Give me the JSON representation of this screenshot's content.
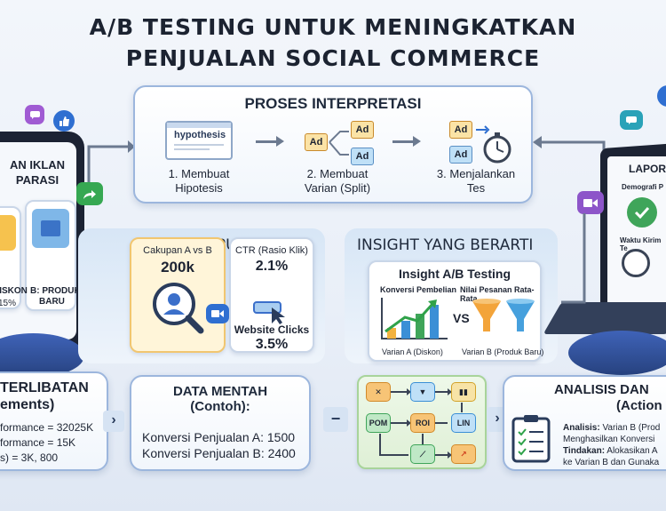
{
  "title": {
    "line1": "A/B TESTING UNTUK MENINGKATKAN",
    "line2": "PENJUALAN SOCIAL COMMERCE"
  },
  "process": {
    "heading": "PROSES INTERPRETASI",
    "hypothesis_label": "hypothesis",
    "ad_label": "Ad",
    "steps": [
      {
        "line1": "1. Membuat",
        "line2": "Hipotesis"
      },
      {
        "line1": "2. Membuat",
        "line2": "Varian (Split)"
      },
      {
        "line1": "3. Menjalankan",
        "line2": "Tes"
      }
    ]
  },
  "phone": {
    "line1": "AN IKLAN",
    "line2": "PARASI",
    "left_label": "DISKON",
    "left_sub": "15%",
    "right_label": "B: PRODUK",
    "right_sub": "BARU"
  },
  "data_input": {
    "heading": "DATA INPUT",
    "reach_label": "Cakupan A vs B",
    "reach_value": "200k",
    "ctr_label": "CTR (Rasio Klik)",
    "ctr_value": "2.1%",
    "clicks_label": "Website Clicks",
    "clicks_value": "3.5%"
  },
  "insight": {
    "heading": "INSIGHT YANG BERARTI",
    "card_title": "Insight A/B Testing",
    "left_label": "Konversi Pembelian",
    "right_label": "Nilai Pesanan Rata-Rata",
    "vs": "VS",
    "variant_a": "Varian A (Diskon)",
    "variant_b": "Varian B (Produk Baru)"
  },
  "laptop": {
    "title": "LAPORA",
    "row1": "Demografi P",
    "row2": "Waktu Kirim Te"
  },
  "engagement": {
    "heading1": "TERLIBATAN",
    "heading2": "ements)",
    "line1": "formance = 32025K",
    "line2": "formance = 15K",
    "line3": "s) = 3K, 800"
  },
  "raw_data": {
    "heading1": "DATA MENTAH",
    "heading2": "(Contoh):",
    "line1": "Konversi Penjualan A: 1500",
    "line2": "Konversi Penjualan B: 2400"
  },
  "flow": {
    "pom": "POM",
    "roi": "ROI",
    "lin": "LIN"
  },
  "analysis": {
    "heading1": "ANALISIS DAN",
    "heading2": "(Action",
    "analysis_label": "Analisis:",
    "analysis_text": "Varian B (Prod",
    "analysis_line2": "Menghasilkan Konversi",
    "action_label": "Tindakan:",
    "action_text": "Alokasikan A",
    "action_line2": "ke Varian B dan Gunaka"
  },
  "colors": {
    "accent_blue": "#2f6fd1",
    "accent_green": "#2fa24a",
    "accent_orange": "#f0a33a",
    "accent_purple": "#8d55c9"
  }
}
